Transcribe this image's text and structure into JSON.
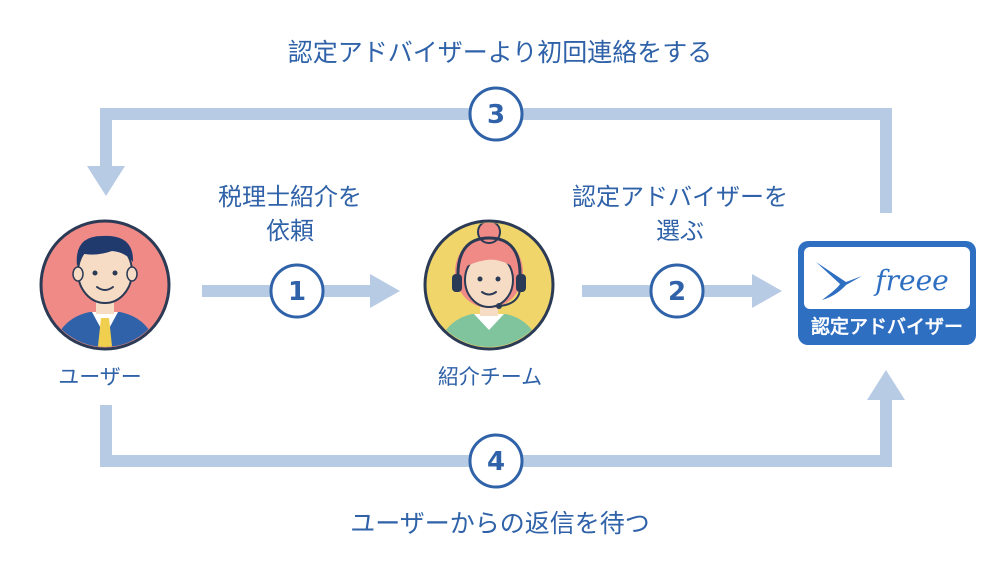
{
  "top_label": "認定アドバイザーより初回連絡をする",
  "bottom_label": "ユーザーからの返信を待つ",
  "step1": {
    "number": "1",
    "line1": "税理士紹介を",
    "line2": "依頼"
  },
  "step2": {
    "number": "2",
    "line1": "認定アドバイザーを",
    "line2": "選ぶ"
  },
  "step3": {
    "number": "3"
  },
  "step4": {
    "number": "4"
  },
  "user_label": "ユーザー",
  "team_label": "紹介チーム",
  "badge": {
    "logo_text": "freee",
    "label": "認定アドバイザー"
  },
  "colors": {
    "arrow": "#b8cbe4",
    "text": "#2f62a8",
    "badge_blue": "#2f6fc2",
    "user_circle": "#ef8a86",
    "team_circle": "#f0d66a"
  }
}
